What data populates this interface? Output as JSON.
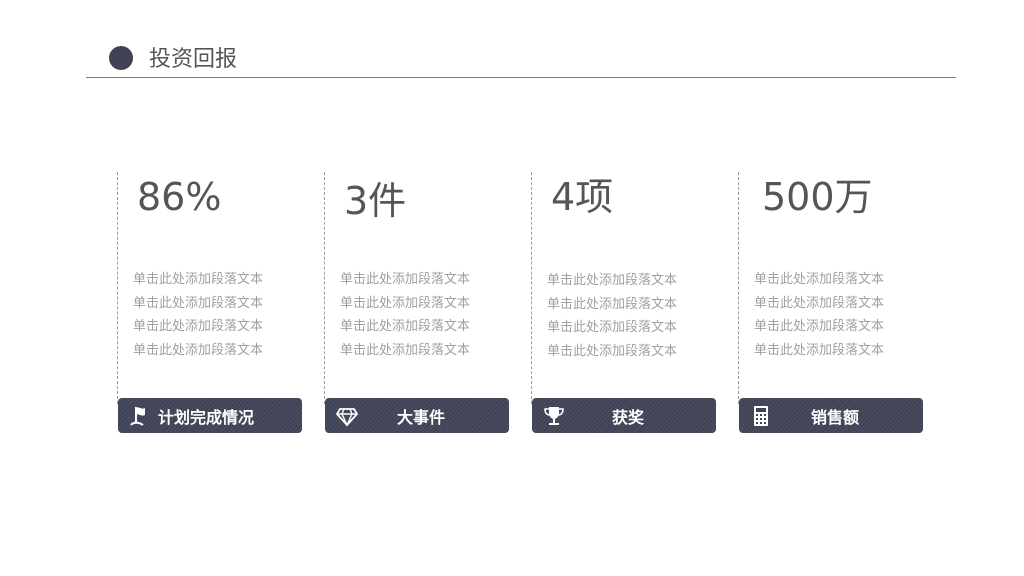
{
  "header": {
    "title": "投资回报"
  },
  "cards": [
    {
      "value": "86%",
      "lines": [
        "单击此处添加段落文本",
        "单击此处添加段落文本",
        "单击此处添加段落文本",
        "单击此处添加段落文本"
      ],
      "label": "计划完成情况",
      "icon": "flag-icon"
    },
    {
      "value": "3件",
      "lines": [
        "单击此处添加段落文本",
        "单击此处添加段落文本",
        "单击此处添加段落文本",
        "单击此处添加段落文本"
      ],
      "label": "大事件",
      "icon": "diamond-icon"
    },
    {
      "value": "4项",
      "lines": [
        "单击此处添加段落文本",
        "单击此处添加段落文本",
        "单击此处添加段落文本",
        "单击此处添加段落文本"
      ],
      "label": "获奖",
      "icon": "trophy-icon"
    },
    {
      "value": "500万",
      "lines": [
        "单击此处添加段落文本",
        "单击此处添加段落文本",
        "单击此处添加段落文本",
        "单击此处添加段落文本"
      ],
      "label": "销售额",
      "icon": "calculator-icon"
    }
  ],
  "colors": {
    "accent": "#404356",
    "text": "#555555",
    "muted": "#a0a0a0"
  }
}
